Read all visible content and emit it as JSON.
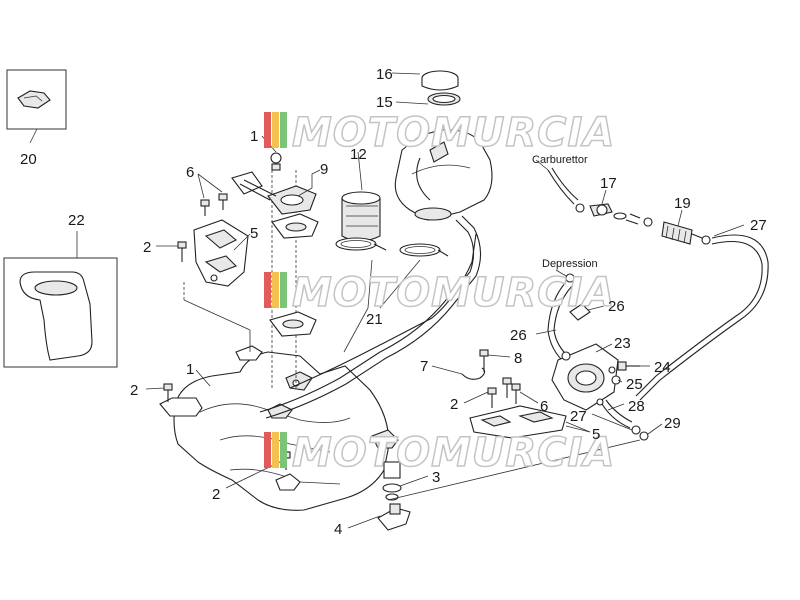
{
  "diagram": {
    "callouts": [
      "1",
      "2",
      "3",
      "4",
      "5",
      "6",
      "7",
      "8",
      "9",
      "12",
      "15",
      "16",
      "17",
      "19",
      "20",
      "21",
      "22",
      "23",
      "24",
      "25",
      "26",
      "27",
      "28",
      "29"
    ],
    "annotations": {
      "carburettor": "Carburettor",
      "depression": "Depression"
    },
    "watermark": {
      "text": "MOTOMURCIA",
      "stripe_colors": [
        "#e35a5a",
        "#f2c14e",
        "#7cc47a"
      ]
    },
    "colors": {
      "line": "#222222",
      "label": "#1a1a1a",
      "background": "#ffffff"
    }
  }
}
